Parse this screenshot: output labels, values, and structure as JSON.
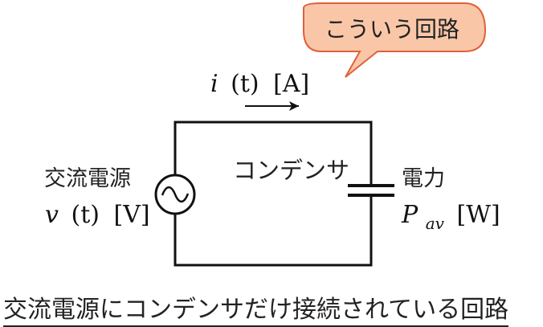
{
  "speech_bubble": {
    "text": "こういう回路",
    "fill": "#f9c7a8",
    "stroke": "#e0603a"
  },
  "current_label": {
    "var": "i",
    "arg": "(t)",
    "unit": "[A]"
  },
  "source": {
    "label": "交流電源",
    "var": "v",
    "arg": "(t)",
    "unit": "[V]",
    "icon": "ac-source-icon"
  },
  "capacitor": {
    "label": "コンデンサ",
    "icon": "capacitor-icon"
  },
  "power": {
    "label": "電力",
    "var": "P",
    "sub": "av",
    "unit": "[W]"
  },
  "caption": "交流電源にコンデンサだけ接続されている回路",
  "colors": {
    "wire": "#111111",
    "text": "#222222"
  }
}
